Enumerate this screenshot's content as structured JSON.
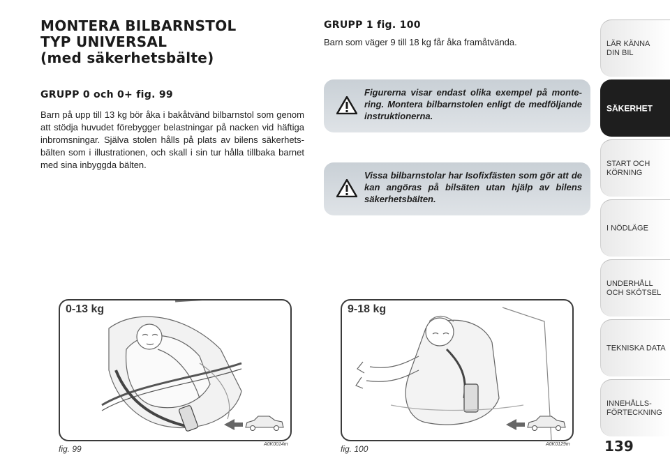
{
  "left": {
    "title_lines": [
      "MONTERA BILBARNSTOL",
      "TYP UNIVERSAL",
      "(med säkerhetsbälte)"
    ],
    "group0": {
      "heading": "GRUPP 0 och 0+ fig. 99",
      "text": "Barn på upp till 13 kg bör åka i bakåtvänd bilbarnstol som genom att stödja huvudet förebygger belastningar på nacken vid häftiga inbromsningar. Själva stolen hålls på plats av bilens säkerhets-bälten som i illustrationen, och skall i sin tur hålla tillbaka barnet med sina inbyggda bälten."
    }
  },
  "right": {
    "group1": {
      "heading": "GRUPP 1 fig. 100",
      "text": "Barn som väger 9 till 18 kg får åka framåtvända."
    },
    "warnings": [
      "Figurerna visar endast olika exempel på monte-ring. Montera bilbarnstolen enligt de medföljande instruktionerna.",
      "Vissa bilbarnstolar har Isofixfästen som gör att de kan angöras på bilsäten utan hjälp av bilens säkerhetsbälten."
    ]
  },
  "figures": [
    {
      "weight_label": "0-13 kg",
      "caption": "fig. 99",
      "code": "A0K0014m"
    },
    {
      "weight_label": "9-18 kg",
      "caption": "fig. 100",
      "code": "A0K0129m"
    }
  ],
  "page_number": "139",
  "sidebar": {
    "tabs": [
      {
        "label": "LÄR KÄNNA\nDIN BIL",
        "active": false
      },
      {
        "label": "SÄKERHET",
        "active": true
      },
      {
        "label": "START OCH\nKÖRNING",
        "active": false
      },
      {
        "label": "I NÖDLÄGE",
        "active": false
      },
      {
        "label": "UNDERHÅLL\nOCH SKÖTSEL",
        "active": false
      },
      {
        "label": "TEKNISKA DATA",
        "active": false
      },
      {
        "label": "INNEHÅLLS-\nFÖRTECKNING",
        "active": false
      }
    ]
  },
  "colors": {
    "accent": "#1e1e1e",
    "warning_bg": "#d5dadf",
    "text": "#222222"
  }
}
